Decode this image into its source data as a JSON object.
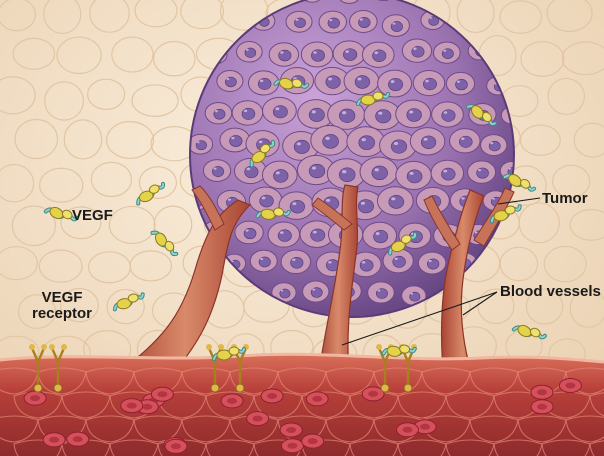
{
  "labels": {
    "vegf": "VEGF",
    "vegf_receptor_line1": "VEGF",
    "vegf_receptor_line2": "receptor",
    "tumor": "Tumor",
    "blood_vessels": "Blood vessels"
  },
  "colors": {
    "background": "#f3e1c8",
    "tumor_fill": "#9a72b0",
    "tumor_cell": "#c79ab8",
    "nucleus": "#7e62a8",
    "vessel": "#c9664e",
    "vessel_base": "#b8403a",
    "receptor": "#e0b84a",
    "vegf_yellow": "#e4d24a",
    "vegf_teal": "#6fb8b4"
  }
}
